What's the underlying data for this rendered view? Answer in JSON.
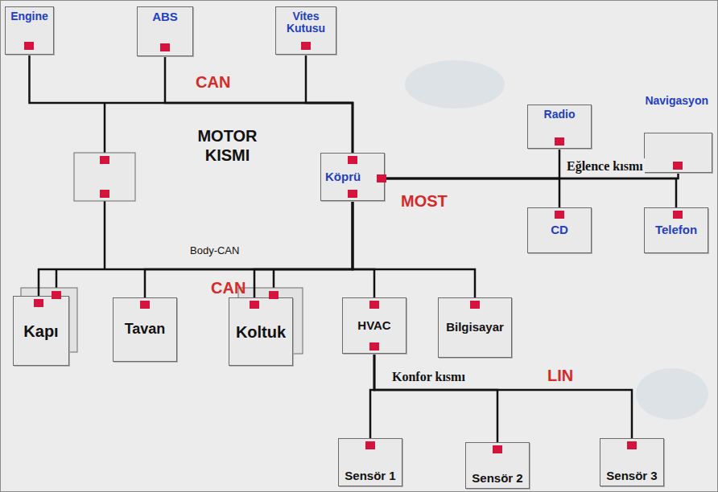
{
  "diagram": {
    "nodes": [
      {
        "text": [
          "Engine"
        ]
      },
      {
        "text": [
          "ABS"
        ]
      },
      {
        "text": [
          "Vites Kutusu"
        ]
      },
      {
        "text": [
          "Köprü"
        ]
      },
      {
        "text": [
          "Radio"
        ]
      },
      {
        "text": [
          "Navigasyon"
        ]
      },
      {
        "text": [
          "CD"
        ]
      },
      {
        "text": [
          "Telefon"
        ]
      },
      {
        "text": [
          "Kapı"
        ]
      },
      {
        "text": [
          "Tavan"
        ]
      },
      {
        "text": [
          "Koltuk"
        ]
      },
      {
        "text": [
          "HVAC"
        ]
      },
      {
        "text": [
          "Bilgisayar"
        ]
      },
      {
        "text": [
          "Sensör 1"
        ]
      },
      {
        "text": [
          "Sensör 2"
        ]
      },
      {
        "text": [
          "Sensör 3"
        ]
      }
    ],
    "edges": [
      {
        "from": 0,
        "to": 3,
        "arrow": "none"
      },
      {
        "from": 1,
        "to": 3,
        "arrow": "none"
      },
      {
        "from": 2,
        "to": 3,
        "arrow": "none"
      },
      {
        "from": 3,
        "to": 4,
        "arrow": "none"
      },
      {
        "from": 3,
        "to": 5,
        "arrow": "none"
      },
      {
        "from": 3,
        "to": 6,
        "arrow": "none"
      },
      {
        "from": 3,
        "to": 7,
        "arrow": "none"
      },
      {
        "from": 3,
        "to": 8,
        "arrow": "none"
      },
      {
        "from": 3,
        "to": 9,
        "arrow": "none"
      },
      {
        "from": 3,
        "to": 10,
        "arrow": "none"
      },
      {
        "from": 3,
        "to": 11,
        "arrow": "none"
      },
      {
        "from": 3,
        "to": 12,
        "arrow": "none"
      },
      {
        "from": 11,
        "to": 13,
        "arrow": "none"
      },
      {
        "from": 11,
        "to": 14,
        "arrow": "none"
      },
      {
        "from": 11,
        "to": 15,
        "arrow": "none"
      }
    ],
    "labels": [
      "CAN",
      "MOTOR KISMI",
      "MOST",
      "Eğlence kısmı",
      "Body-CAN",
      "CAN",
      "Konfor kısmı",
      "LIN"
    ]
  }
}
